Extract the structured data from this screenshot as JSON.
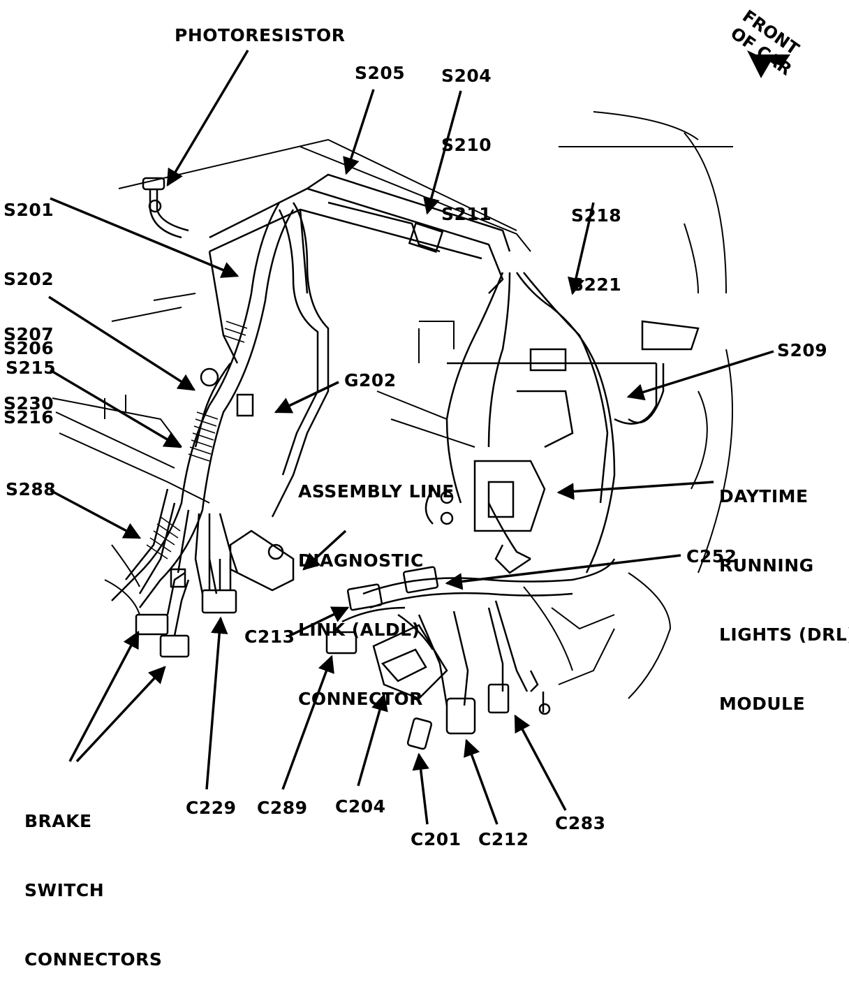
{
  "diagram": {
    "front_of_car": [
      "FRONT",
      "OF CAR"
    ],
    "labels": {
      "photoresistor": "PHOTORESISTOR",
      "s205": "S205",
      "s204_group": [
        "S204",
        "S210",
        "S211"
      ],
      "s201_group": [
        "S201",
        "S202",
        "S206",
        "S216"
      ],
      "s218_group": [
        "S218",
        "S221"
      ],
      "s207_group": [
        "S207",
        "S230"
      ],
      "s209": "S209",
      "s215": "S215",
      "g202": "G202",
      "aldl": [
        "ASSEMBLY LINE",
        "DIAGNOSTIC",
        "LINK (ALDL)",
        "CONNECTOR"
      ],
      "drl": [
        "DAYTIME",
        "RUNNING",
        "LIGHTS (DRL)",
        "MODULE"
      ],
      "s288": "S288",
      "c252": "C252",
      "c213": "C213",
      "brake": [
        "BRAKE",
        "SWITCH",
        "CONNECTORS"
      ],
      "c229": "C229",
      "c289": "C289",
      "c204": "C204",
      "c201": "C201",
      "c212": "C212",
      "c283": "C283"
    }
  }
}
